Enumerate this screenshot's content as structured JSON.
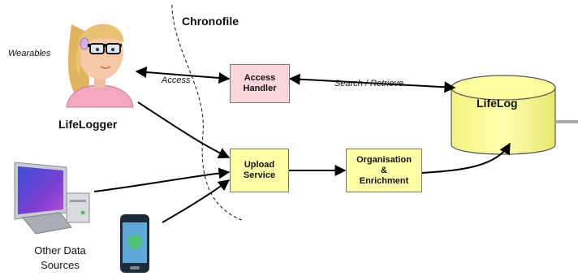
{
  "title": "Chronofile",
  "actors": {
    "lifelogger": "LifeLogger",
    "wearables": "Wearables",
    "other_sources": "Other Data\nSources"
  },
  "boxes": {
    "access_handler": "Access\nHandler",
    "upload_service": "Upload\nService",
    "organisation": "Organisation\n&\nEnrichment"
  },
  "store": {
    "label": "LifeLog"
  },
  "edge_labels": {
    "access": "Access",
    "search_retrieve": "Search / Retrieve"
  },
  "colors": {
    "access_handler_fill": "#fdd6d9",
    "process_fill": "#ffffa8",
    "store_fill": "#ffffa0",
    "skin": "#f6c9a9",
    "hair": "#e9c276",
    "shirt": "#f2a9c0"
  },
  "icons": [
    "person-with-glasses-icon",
    "desktop-computer-icon",
    "smartphone-icon",
    "database-cylinder-icon"
  ]
}
